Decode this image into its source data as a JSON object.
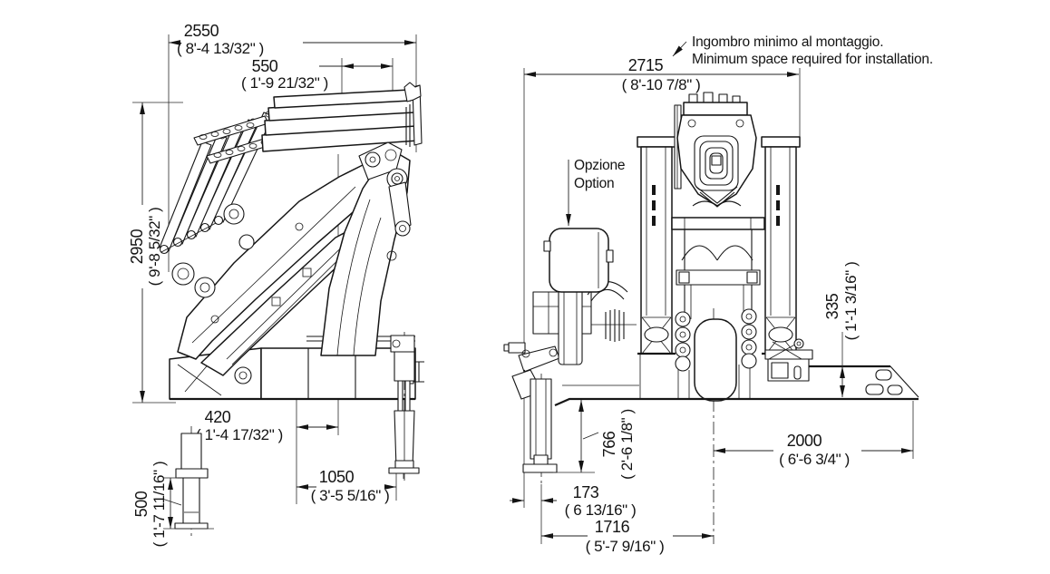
{
  "notes": {
    "installation_it": "Ingombro minimo al montaggio.",
    "installation_en": "Minimum space required for installation.",
    "option_it": "Opzione",
    "option_en": "Option"
  },
  "side_view": {
    "dims": {
      "overall_length": {
        "mm": "2550",
        "imp": "( 8'-4 13/32\" )"
      },
      "boom_offset": {
        "mm": "550",
        "imp": "( 1'-9 21/32\" )"
      },
      "overall_height": {
        "mm": "2950",
        "imp": "( 9'-8 5/32\" )"
      },
      "column_offset": {
        "mm": "420",
        "imp": "( 1'-4 17/32\" )"
      },
      "base_length": {
        "mm": "1050",
        "imp": "( 3'-5 5/16\" )"
      },
      "leg_extension": {
        "mm": "500",
        "imp": "( 1'-7 11/16\" )"
      }
    }
  },
  "rear_view": {
    "dims": {
      "overall_width": {
        "mm": "2715",
        "imp": "( 8'-10 7/8\" )"
      },
      "frame_height": {
        "mm": "335",
        "imp": "( 1'-1 3/16\" )"
      },
      "ground_clearance": {
        "mm": "766",
        "imp": "( 2'-6 1/8\" )"
      },
      "leg_offset": {
        "mm": "173",
        "imp": "( 6 13/16\" )"
      },
      "leg_to_center": {
        "mm": "1716",
        "imp": "( 5'-7 9/16\" )"
      },
      "tail_width": {
        "mm": "2000",
        "imp": "( 6'-6 3/4\" )"
      }
    }
  }
}
